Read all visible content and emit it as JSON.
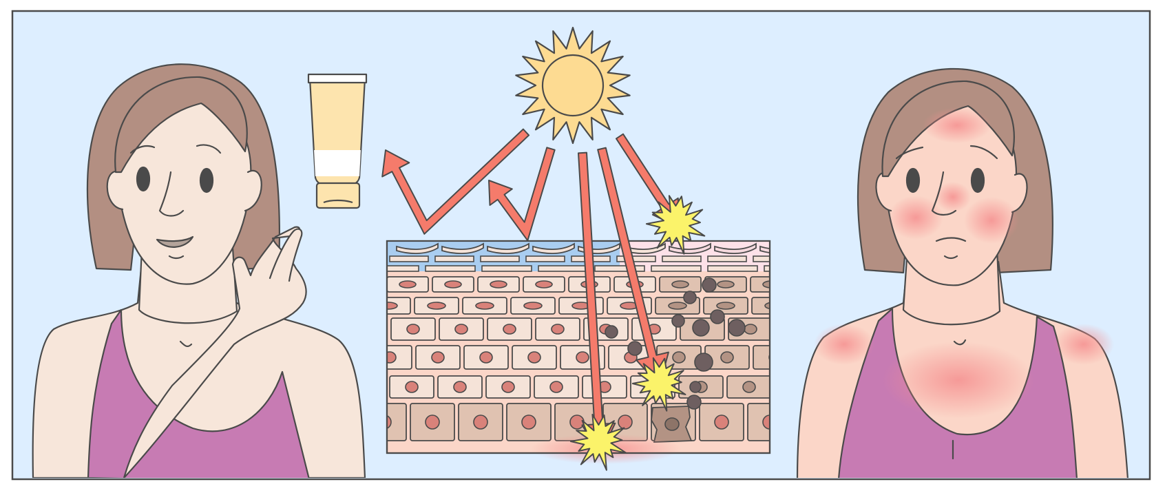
{
  "illustration": {
    "panel": {
      "background": "#ddeeff",
      "border": "#4a4a4a"
    },
    "palette": {
      "outline": "#4a4a4a",
      "skin": "#f7e6da",
      "skin_burned": "#fbd6c8",
      "redness": "#f58f8f",
      "hair": "#b38f82",
      "top": "#c77bb3",
      "sun": "#fddb92",
      "ray_arrow": "#f57b6b",
      "burst": "#fbf36a",
      "sunscreen_cream": "#fde4ae",
      "skin_cell": "#f5e3d8",
      "deep_cell": "#e0c2b1",
      "nucleus": "#d9827a",
      "damaged_cell": "#b39384",
      "melanin": "#6e5f60",
      "protective_layer": "#a9cdf0"
    },
    "left_figure": {
      "label": "woman-with-sunscreen",
      "expression": "smiling",
      "gesture": "pointing-up"
    },
    "right_figure": {
      "label": "woman-with-sunburn",
      "expression": "worried"
    },
    "center": {
      "sun": "sun-icon",
      "product": "sunscreen-tube-icon",
      "diagram": "skin-layers-cross-section"
    }
  }
}
